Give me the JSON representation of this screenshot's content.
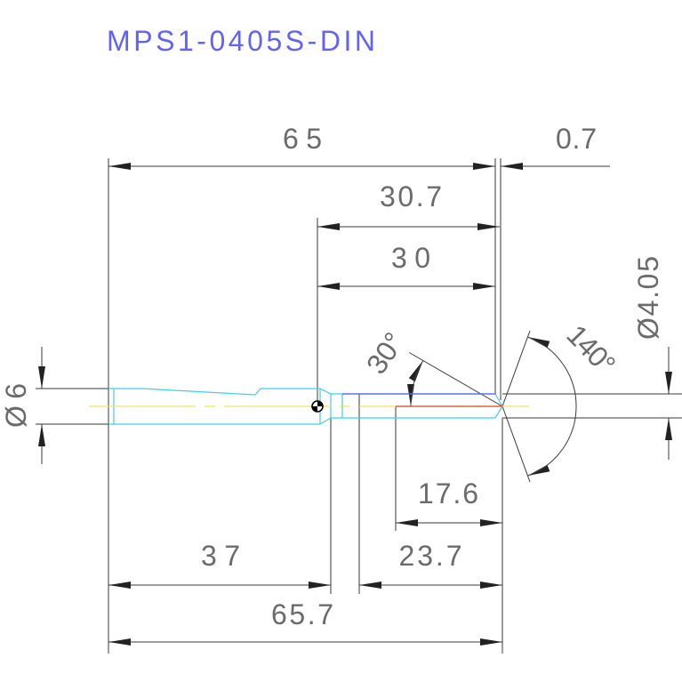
{
  "drawing_title": "MPS1-0405S-DIN",
  "labels": {
    "dim_65": "65",
    "dim_0_7": "0.7",
    "dim_30_7": "30.7",
    "dim_30": "30",
    "dia_4_05": "Ø4.05",
    "angle_140": "140°",
    "angle_30": "30°",
    "dia_6": "Ø6",
    "dim_17_6": "17.6",
    "dim_37": "37",
    "dim_23_7": "23.7",
    "dim_65_7": "65.7"
  },
  "colors": {
    "title": "#6363f2",
    "dimension_text": "#6b6b6b",
    "dimension_lines": "#3a3a3a",
    "tool_outline": "#3fcfe6",
    "tool_edge": "#5a5af0",
    "center_line": "#e6e66a",
    "cutting_line": "#d9443a"
  }
}
